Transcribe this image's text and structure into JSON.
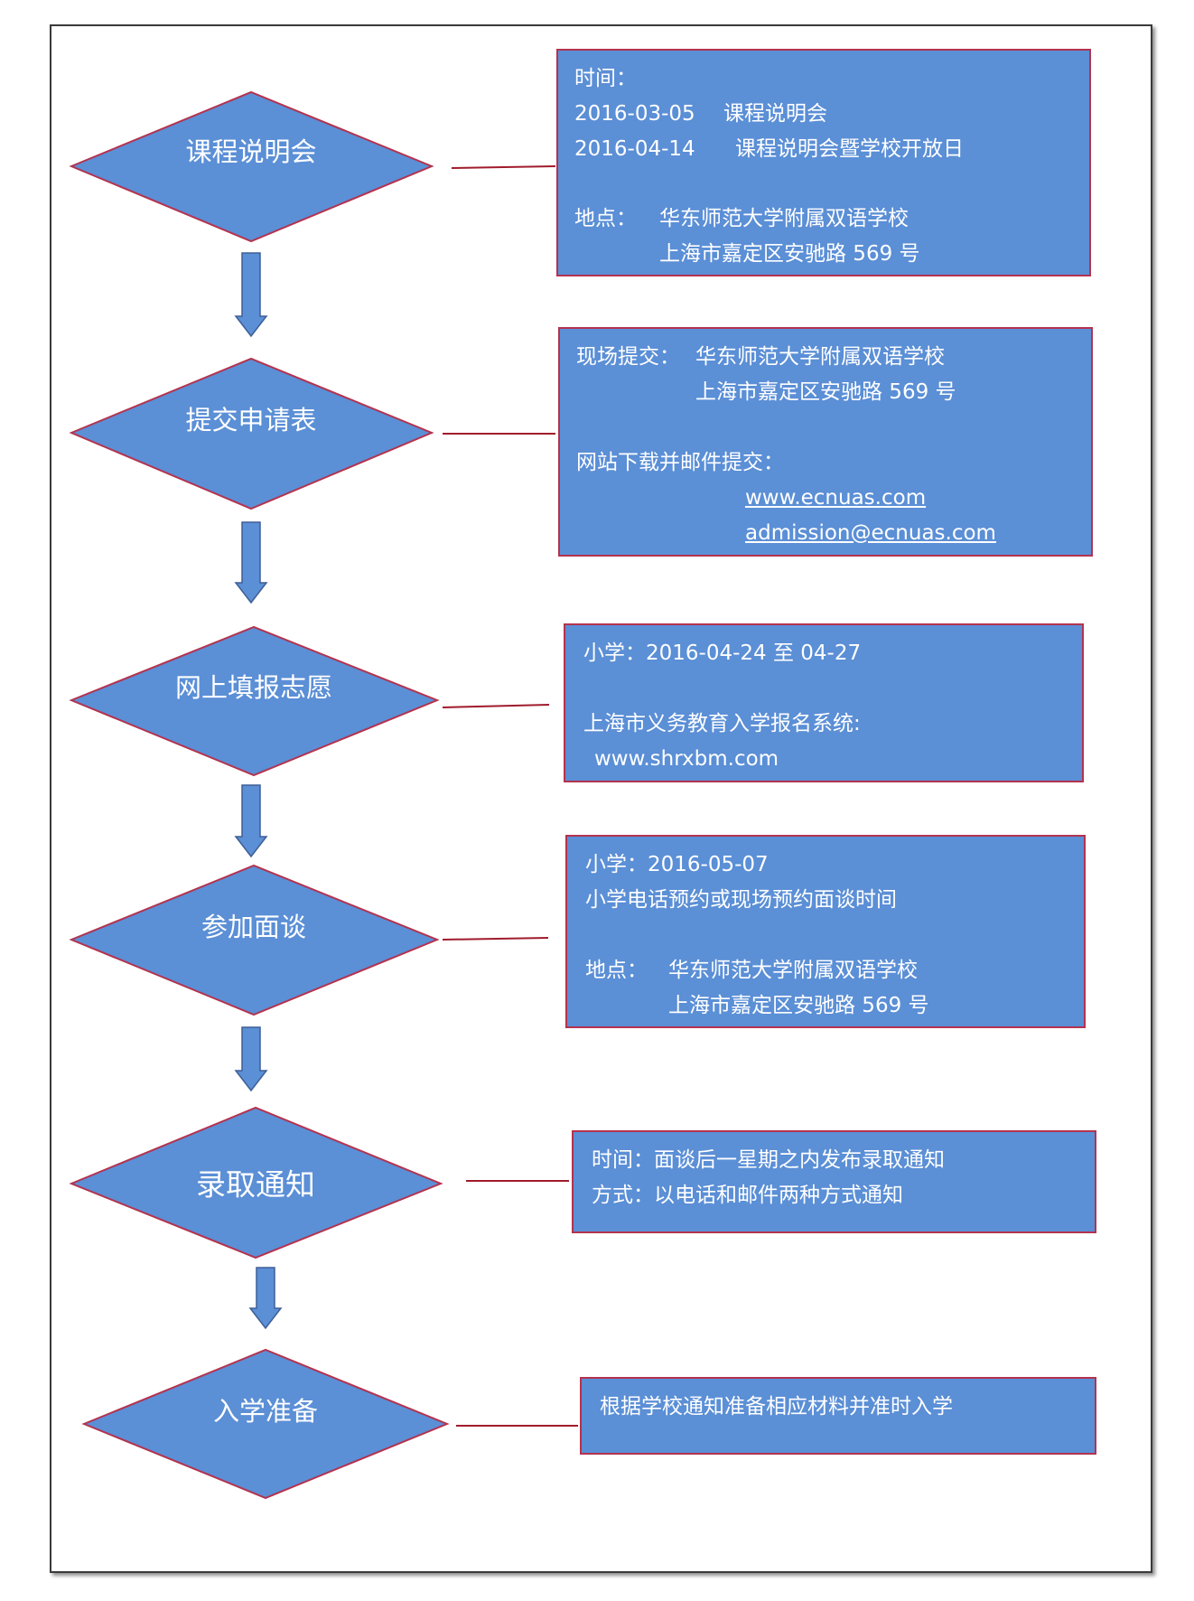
{
  "steps": [
    {
      "label": "课程说明会"
    },
    {
      "label": "提交申请表"
    },
    {
      "label": "网上填报志愿"
    },
    {
      "label": "参加面谈"
    },
    {
      "label": "录取通知"
    },
    {
      "label": "入学准备"
    }
  ],
  "boxes": {
    "b1": {
      "l1": "时间：",
      "l2a": "2016-03-05",
      "l2b": "课程说明会",
      "l3a": "2016-04-14",
      "l3b": "课程说明会暨学校开放日",
      "l4a": "地点：",
      "l4b": "华东师范大学附属双语学校",
      "l5": "上海市嘉定区安驰路 569 号"
    },
    "b2": {
      "l1a": "现场提交：",
      "l1b": "华东师范大学附属双语学校",
      "l2": "上海市嘉定区安驰路 569 号",
      "l3": "网站下载并邮件提交：",
      "l4": "www.ecnuas.com",
      "l5": "admission@ecnuas.com"
    },
    "b3": {
      "l1": "小学：2016-04-24 至 04-27",
      "l2": "上海市义务教育入学报名系统:",
      "l3": "www.shrxbm.com"
    },
    "b4": {
      "l1": "小学：2016-05-07",
      "l2": "小学电话预约或现场预约面谈时间",
      "l3a": "地点：",
      "l3b": "华东师范大学附属双语学校",
      "l4": "上海市嘉定区安驰路 569 号"
    },
    "b5": {
      "l1": "时间：面谈后一星期之内发布录取通知",
      "l2": "方式：以电话和邮件两种方式通知"
    },
    "b6": {
      "l1": "根据学校通知准备相应材料并准时入学"
    }
  },
  "colors": {
    "fill": "#5b8fd6",
    "border": "#b3334f",
    "connector": "#a01c2c",
    "text": "#ffffff"
  }
}
